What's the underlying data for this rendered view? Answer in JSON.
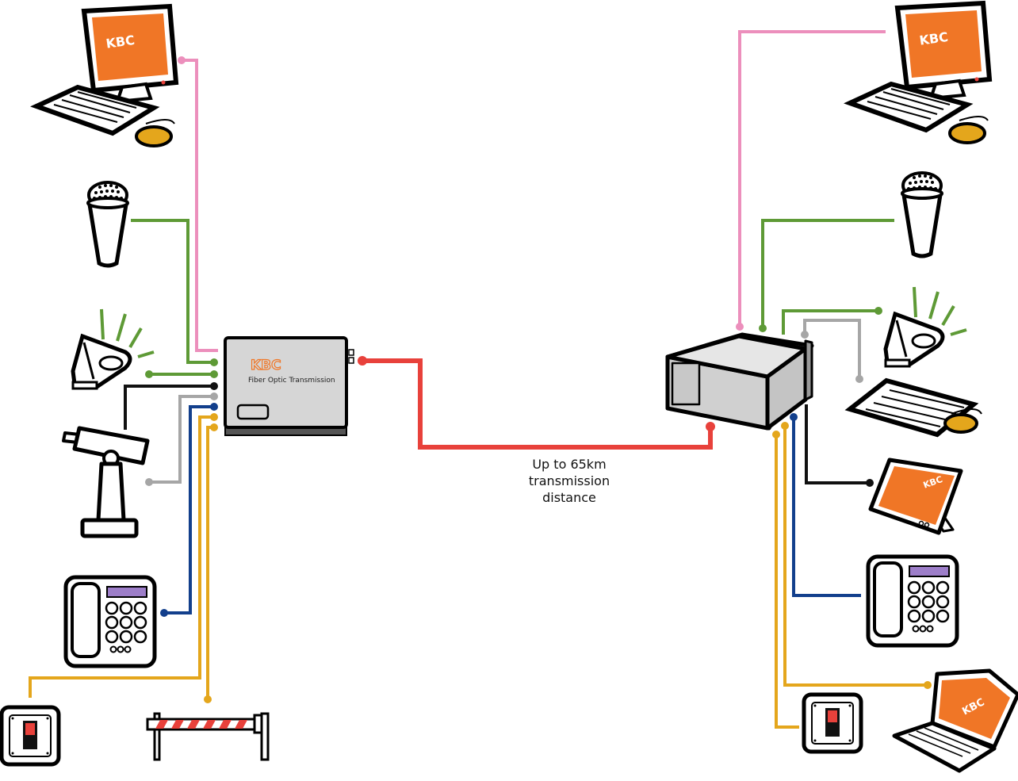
{
  "brand": {
    "logo_text": "KBC",
    "device_label": "Fiber Optic Transmission"
  },
  "link": {
    "distance_caption": [
      "Up to 65km",
      "transmission",
      "distance"
    ]
  },
  "colors": {
    "fiber": "#e8413b",
    "pink": "#ec8fbc",
    "green": "#5e9a36",
    "black": "#111111",
    "gray": "#a6a6a6",
    "blue": "#123f8c",
    "yellow": "#e4a61c",
    "screen": "#f07626",
    "device_body": "#d6d6d6"
  },
  "icons": {
    "left": [
      "monitor-icon",
      "microphone-icon",
      "speaker-icon",
      "camera-icon",
      "phone-icon",
      "switch-icon",
      "barrier-icon"
    ],
    "right": [
      "monitor-icon",
      "microphone-icon",
      "speaker-icon",
      "keyboard-icon",
      "tablet-icon",
      "phone-icon",
      "switch-icon",
      "laptop-icon"
    ]
  }
}
